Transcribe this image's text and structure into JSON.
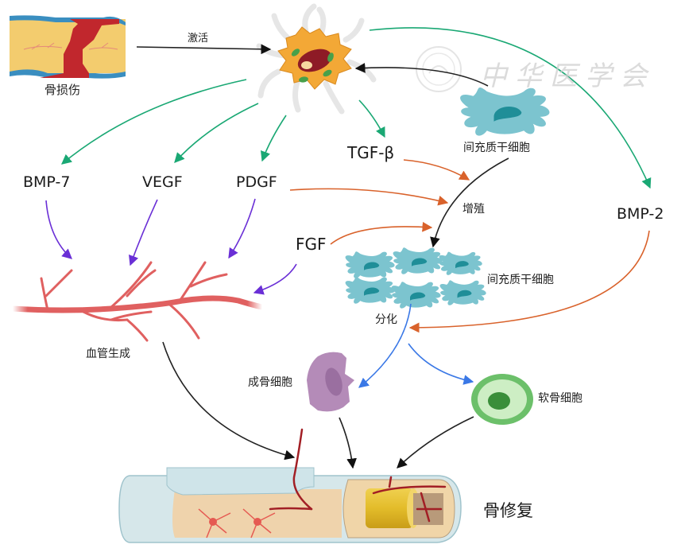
{
  "diagram": {
    "title": "骨损伤修复机制示意图",
    "nodes": {
      "bone_injury": {
        "label": "骨损伤"
      },
      "activation": {
        "label": "激活"
      },
      "msc_top": {
        "label": "间充质干细胞"
      },
      "tgf_beta": {
        "label": "TGF-β"
      },
      "bmp7": {
        "label": "BMP-7"
      },
      "vegf": {
        "label": "VEGF"
      },
      "pdgf": {
        "label": "PDGF"
      },
      "fgf": {
        "label": "FGF"
      },
      "bmp2": {
        "label": "BMP-2"
      },
      "proliferation": {
        "label": "增殖"
      },
      "msc_cluster": {
        "label": "间充质干细胞"
      },
      "differentiation": {
        "label": "分化"
      },
      "angiogenesis": {
        "label": "血管生成"
      },
      "osteoblast": {
        "label": "成骨细胞"
      },
      "chondrocyte": {
        "label": "软骨细胞"
      },
      "bone_repair": {
        "label": "骨修复"
      }
    },
    "edges": [
      {
        "from": "bone_injury",
        "to": "activated_cell",
        "label": "激活",
        "color": "black"
      },
      {
        "from": "msc_top",
        "to": "activated_cell",
        "color": "black"
      },
      {
        "from": "activated_cell",
        "to": "bmp7",
        "color": "green"
      },
      {
        "from": "activated_cell",
        "to": "vegf",
        "color": "green"
      },
      {
        "from": "activated_cell",
        "to": "pdgf",
        "color": "green"
      },
      {
        "from": "activated_cell",
        "to": "tgf_beta",
        "color": "green"
      },
      {
        "from": "activated_cell",
        "to": "bmp2",
        "color": "green"
      },
      {
        "from": "bmp7",
        "to": "angiogenesis",
        "color": "purple"
      },
      {
        "from": "vegf",
        "to": "angiogenesis",
        "color": "purple"
      },
      {
        "from": "pdgf",
        "to": "angiogenesis",
        "color": "purple"
      },
      {
        "from": "fgf",
        "to": "angiogenesis",
        "color": "purple"
      },
      {
        "from": "tgf_beta",
        "to": "proliferation",
        "color": "orange"
      },
      {
        "from": "pdgf",
        "to": "proliferation",
        "color": "orange"
      },
      {
        "from": "fgf",
        "to": "proliferation",
        "color": "orange"
      },
      {
        "from": "msc_top",
        "to": "msc_cluster",
        "label": "增殖",
        "color": "black"
      },
      {
        "from": "bmp2",
        "to": "differentiation",
        "color": "orange"
      },
      {
        "from": "msc_cluster",
        "to": "osteoblast",
        "label": "分化",
        "color": "blue"
      },
      {
        "from": "msc_cluster",
        "to": "chondrocyte",
        "label": "分化",
        "color": "blue"
      },
      {
        "from": "angiogenesis",
        "to": "bone_repair",
        "color": "black"
      },
      {
        "from": "osteoblast",
        "to": "bone_repair",
        "color": "black"
      },
      {
        "from": "chondrocyte",
        "to": "bone_repair",
        "color": "black"
      }
    ],
    "colors": {
      "green": "#1aa874",
      "purple": "#6a2fd6",
      "orange": "#d9622b",
      "blue": "#3a78e6",
      "black": "#222222",
      "msc": "#7cc4cf",
      "msc_nucleus": "#1f8e98",
      "vessel": "#e06060",
      "osteoblast": "#b48bb8",
      "chondrocyte_outer": "#6cc06a",
      "chondrocyte_inner": "#cdeec4",
      "chondrocyte_nucleus": "#3a8e3a"
    }
  },
  "watermark": {
    "text": "中华医学会"
  }
}
